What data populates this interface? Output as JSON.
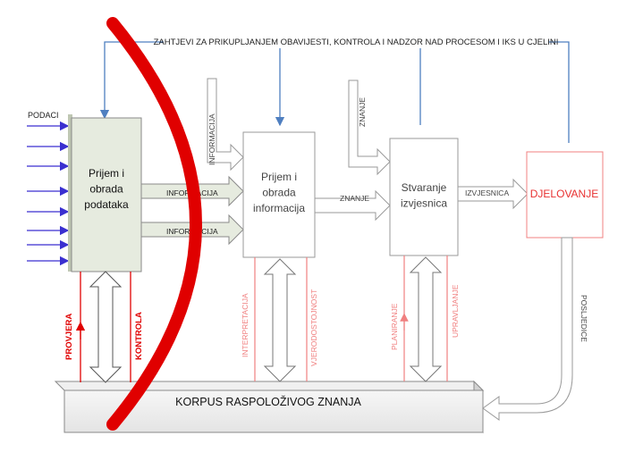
{
  "header": {
    "requirements_label": "ZAHTJEVI ZA PRIKUPLJANJEM OBAVIJESTI, KONTROLA I NADZOR NAD PROCESOM I IKS U CJELINI"
  },
  "inputs": {
    "label": "PODACI"
  },
  "boxes": {
    "data_processing": "Prijem i|obrada|podataka",
    "info_processing": "Prijem i|obrada|informacija",
    "report_creation": "Stvaranje|izvjesnica",
    "action": "DJELOVANJE",
    "knowledge_corpus": "KORPUS RASPOLOŽIVOG ZNANJA"
  },
  "flows": {
    "information_in": "INFORMACIJA",
    "information_out_1": "INFORMACIJA",
    "information_out_2": "INFORMACIJA",
    "knowledge_out": "ZNANJE",
    "knowledge_in": "ZNANJE",
    "reports_out": "IZVJESNICA",
    "consequences": "POSLJEDICE"
  },
  "feedback": {
    "check": "PROVJERA",
    "control": "KONTROLA",
    "interpretation": "INTERPRETACIJA",
    "credibility": "VJERODOSTOJNOST",
    "planning": "PLANIRANJE",
    "management": "UPRAVLJANJE"
  },
  "colors": {
    "accent_red": "#e00000",
    "action_red": "#e83030",
    "feedback_red": "#ee2222",
    "soft_red": "#f08080",
    "line_blue": "#4f7fc0",
    "input_arrow": "#3a2fd0",
    "box_green": "#e6ebdf",
    "box_border": "#8a8a8a",
    "text_dark": "#222222"
  }
}
